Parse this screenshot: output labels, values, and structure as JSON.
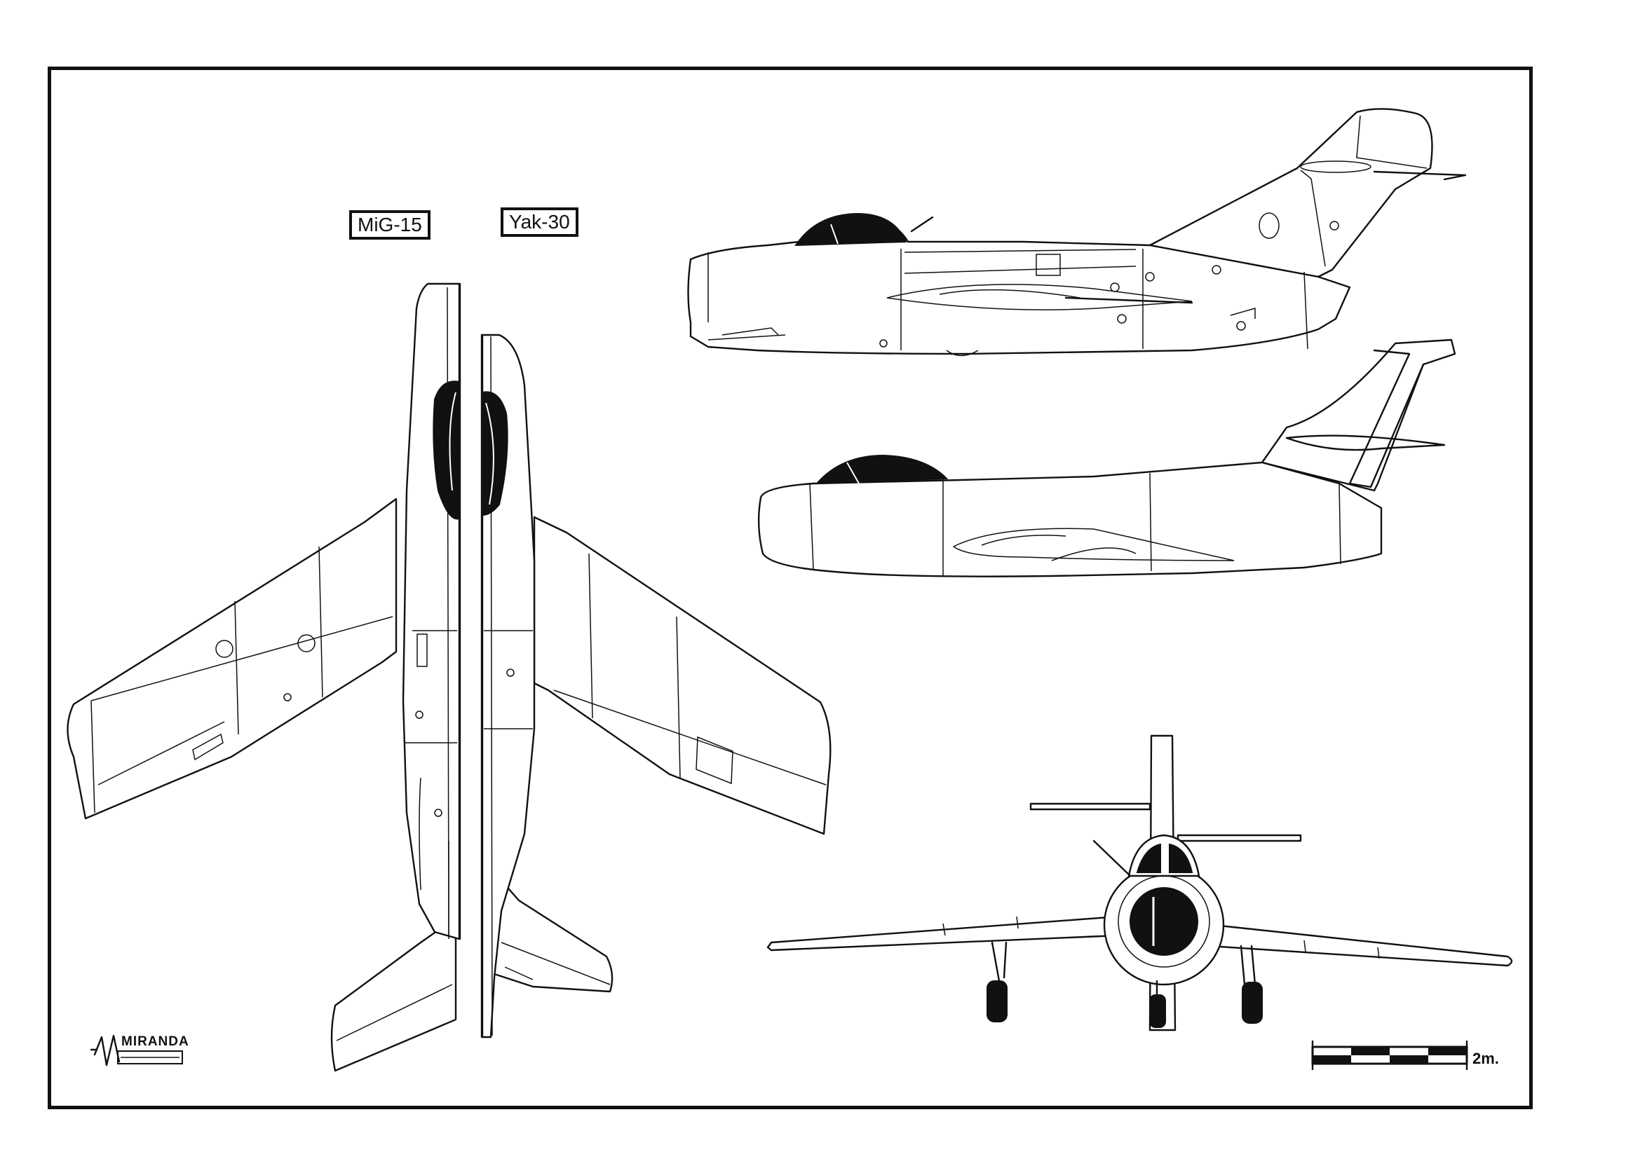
{
  "labels": {
    "aircraft_left": "MiG-15",
    "aircraft_right": "Yak-30"
  },
  "scale": {
    "text": "2m."
  },
  "signature": {
    "text": "MIRANDA"
  },
  "colors": {
    "ink": "#111111",
    "paper": "#ffffff"
  }
}
